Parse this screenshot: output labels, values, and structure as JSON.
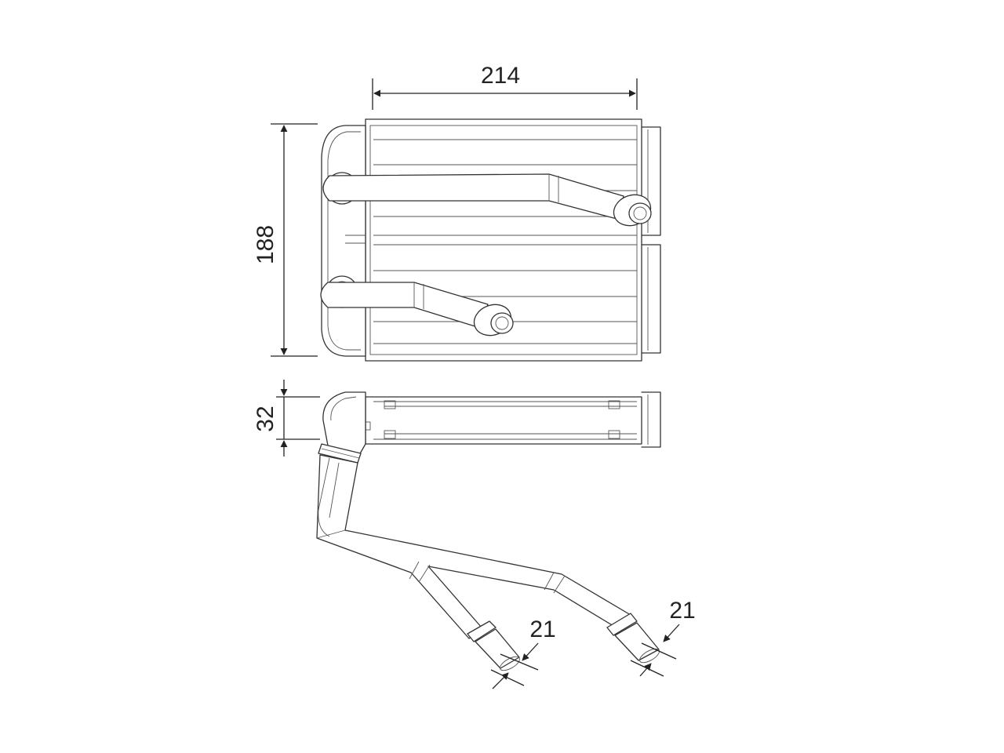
{
  "dimensions": {
    "width": "214",
    "height": "188",
    "depth": "32",
    "pipe_left": "21",
    "pipe_right": "21"
  },
  "colors": {
    "line": "#333333",
    "dimension": "#222222",
    "background": "#ffffff"
  }
}
